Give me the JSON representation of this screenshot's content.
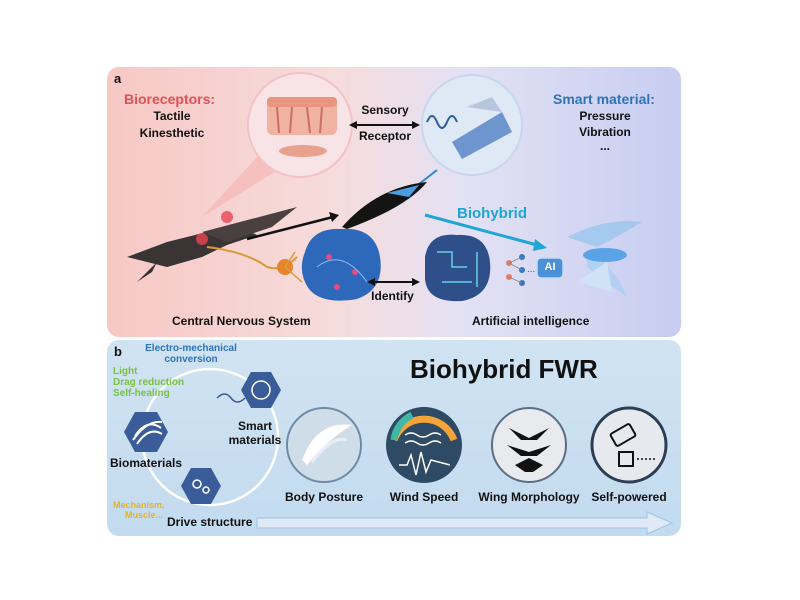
{
  "panel_a": {
    "letter": "a",
    "bioreceptors": {
      "title": "Bioreceptors:",
      "items": [
        "Tactile",
        "Kinesthetic"
      ]
    },
    "sensory_receptor": [
      "Sensory",
      "Receptor"
    ],
    "smart_material": {
      "title": "Smart material:",
      "items": [
        "Pressure",
        "Vibration",
        "..."
      ]
    },
    "biohybrid": "Biohybrid",
    "identify": "Identify",
    "ai_chip": "AI",
    "central_nervous_system": "Central Nervous System",
    "artificial_intelligence": "Artificial intelligence"
  },
  "panel_b": {
    "letter": "b",
    "title": "Biohybrid FWR",
    "conversion": [
      "Electro-mechanical",
      "conversion"
    ],
    "properties": [
      "Light",
      "Drag reduction",
      "Self-healing"
    ],
    "smart_materials": [
      "Smart",
      "materials"
    ],
    "biomaterials": "Biomaterials",
    "drive_structure": "Drive structure",
    "mechanism": [
      "Mechanism,",
      "Muscle..."
    ],
    "features": [
      {
        "label": "Body Posture",
        "icon": "feather-icon"
      },
      {
        "label": "Wind Speed",
        "icon": "wind-gauge-icon"
      },
      {
        "label": "Wing Morphology",
        "icon": "bird-silhouette-icon"
      },
      {
        "label": "Self-powered",
        "icon": "battery-chip-icon"
      }
    ]
  },
  "colors": {
    "red_accent": "#e34f55",
    "blue_accent": "#2d74b6",
    "biohybrid_cyan": "#1fa5d6",
    "green_text": "#79c043",
    "yellow_text": "#e5b326"
  }
}
